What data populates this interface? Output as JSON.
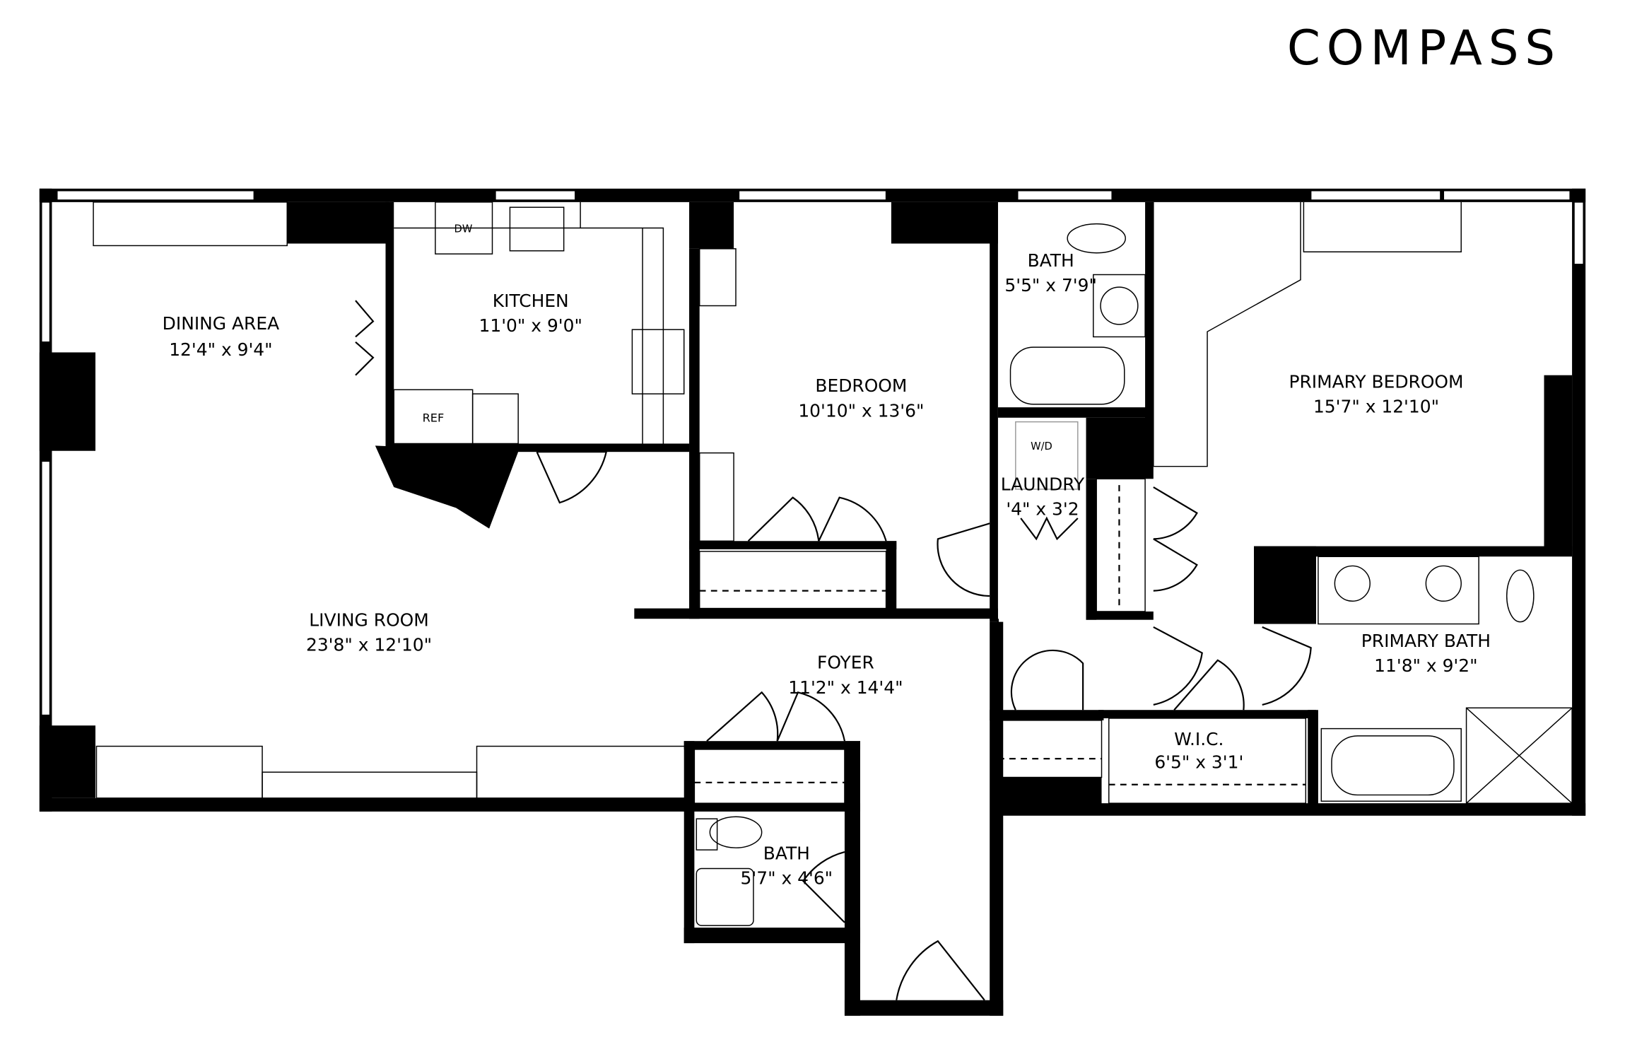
{
  "brand": {
    "logo": "COMPASS"
  },
  "rooms": {
    "dining": {
      "name": "DINING AREA",
      "size": "12'4\" x 9'4\""
    },
    "kitchen": {
      "name": "KITCHEN",
      "size": "11'0\" x 9'0\""
    },
    "bedroom": {
      "name": "BEDROOM",
      "size": "10'10\" x 13'6\""
    },
    "bath1": {
      "name": "BATH",
      "size": "5'5\" x 7'9\""
    },
    "primary_bedroom": {
      "name": "PRIMARY BEDROOM",
      "size": "15'7\" x 12'10\""
    },
    "laundry": {
      "name": "LAUNDRY",
      "size": "'4\" x 3'2"
    },
    "living": {
      "name": "LIVING ROOM",
      "size": "23'8\" x 12'10\""
    },
    "foyer": {
      "name": "FOYER",
      "size": "11'2\" x 14'4\""
    },
    "primary_bath": {
      "name": "PRIMARY BATH",
      "size": "11'8\" x 9'2\""
    },
    "wic": {
      "name": "W.I.C.",
      "size": "6'5\" x 3'1'"
    },
    "bath2": {
      "name": "BATH",
      "size": "5'7\" x 4'6\""
    }
  },
  "appliances": {
    "dw": "DW",
    "ref": "REF",
    "wd": "W/D"
  }
}
